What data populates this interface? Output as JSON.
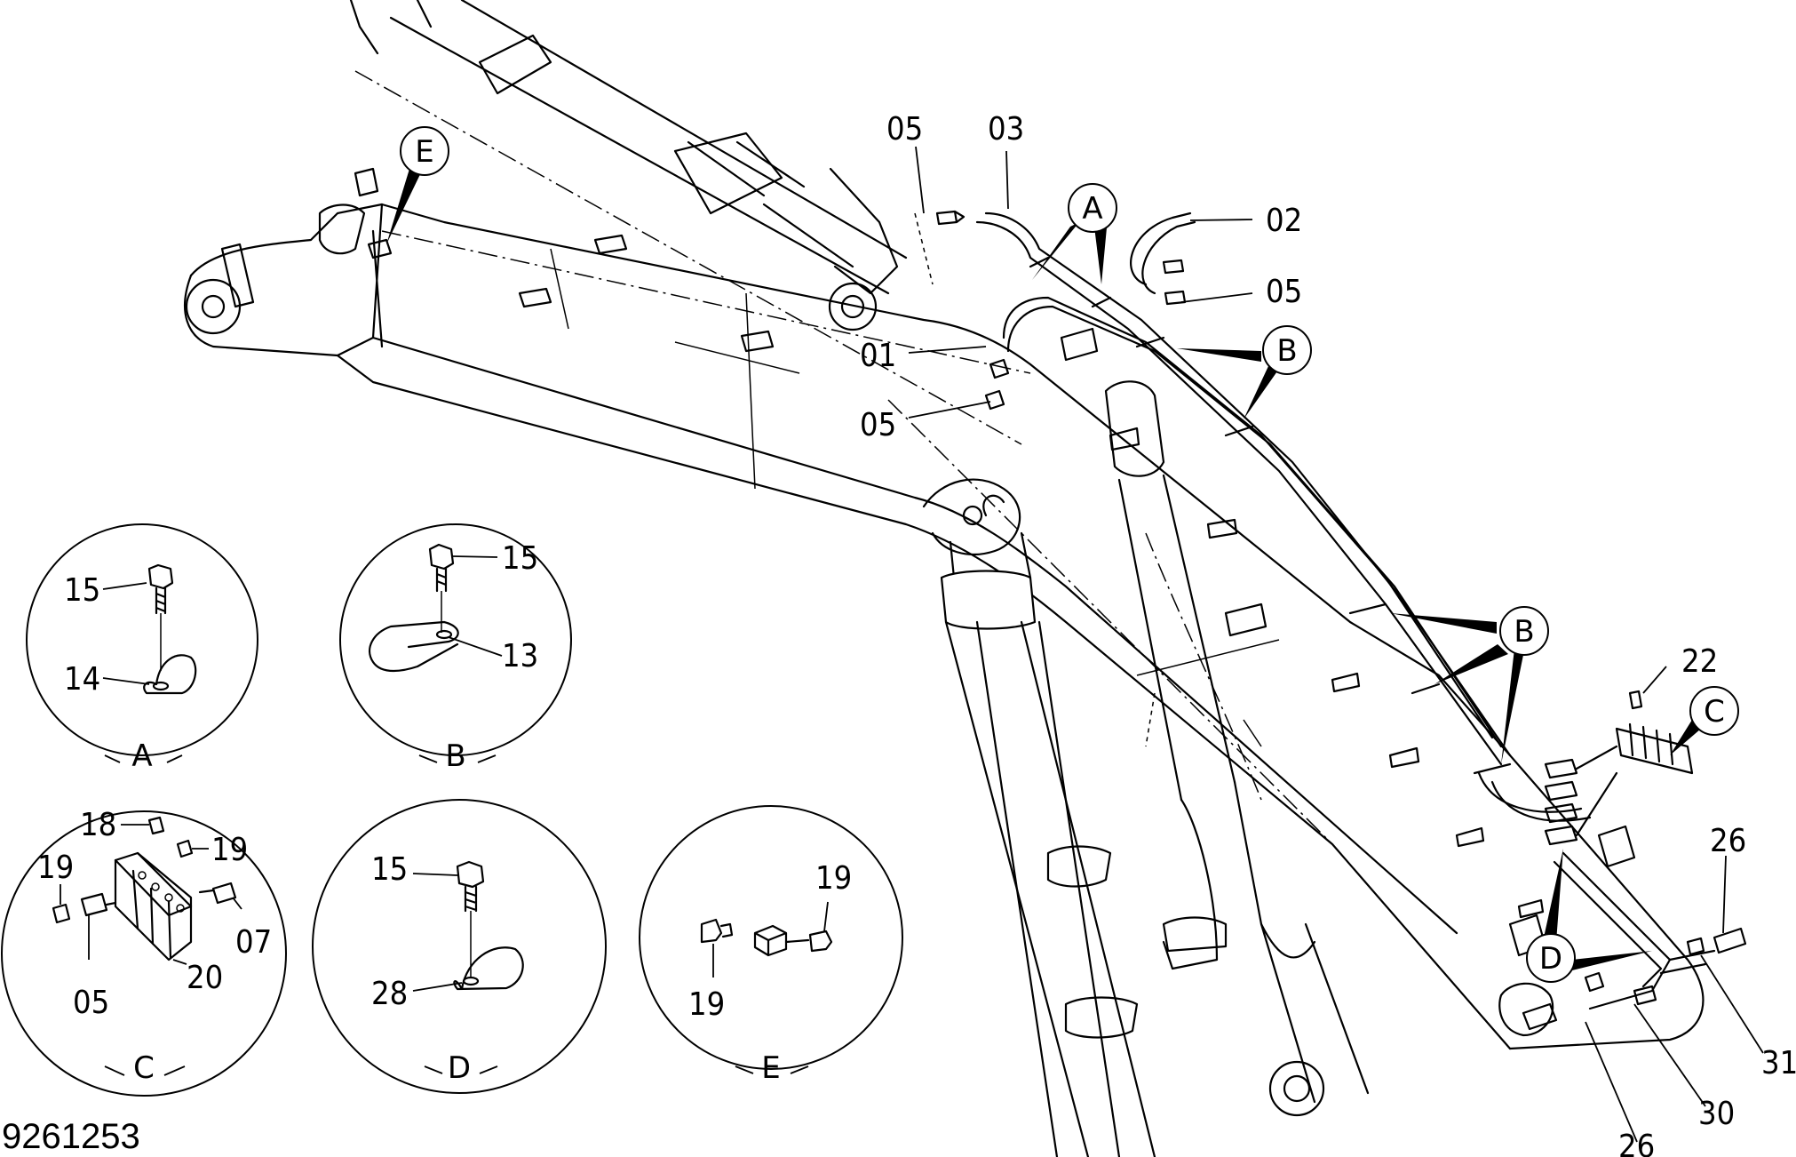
{
  "drawing_number": "9261253",
  "part_labels": {
    "p05_top": "05",
    "p03": "03",
    "p02": "02",
    "p05_right": "05",
    "p01": "01",
    "p05_mid": "05",
    "p22": "22",
    "p26_top": "26",
    "p31": "31",
    "p30": "30",
    "p26_bottom": "26"
  },
  "callouts": {
    "A": "A",
    "B_upper": "B",
    "B_lower": "B",
    "C": "C",
    "D": "D",
    "E": "E"
  },
  "detail_views": {
    "A": {
      "title": "A",
      "labels": {
        "bolt": "15",
        "clamp": "14"
      }
    },
    "B": {
      "title": "B",
      "labels": {
        "bolt": "15",
        "clamp": "13"
      }
    },
    "C": {
      "title": "C",
      "labels": {
        "plug_top": "18",
        "plug_right": "19",
        "plug_left": "19",
        "fitting_left": "05",
        "fitting_right": "07",
        "block": "20"
      }
    },
    "D": {
      "title": "D",
      "labels": {
        "bolt": "15",
        "clamp": "28"
      }
    },
    "E": {
      "title": "E",
      "labels": {
        "plug_right": "19",
        "plug_left": "19"
      }
    }
  }
}
